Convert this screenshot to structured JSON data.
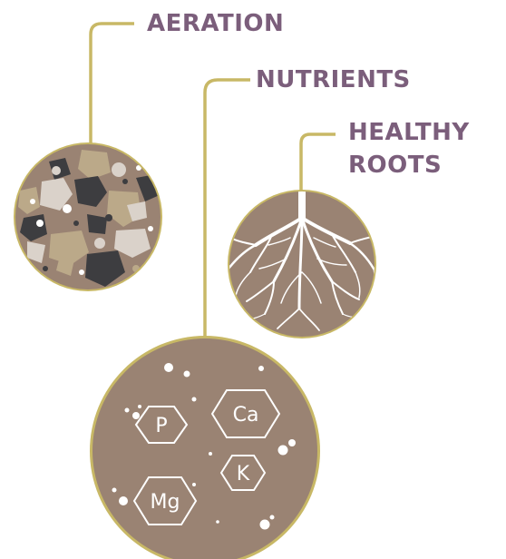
{
  "labels": {
    "aeration": "AERATION",
    "nutrients": "NUTRIENTS",
    "healthy_roots_line1": "HEALTHY",
    "healthy_roots_line2": "ROOTS"
  },
  "nutrients": [
    "P",
    "Ca",
    "K",
    "Mg"
  ],
  "colors": {
    "soil": "#9a8373",
    "ring": "#c8b866",
    "leader_line": "#c8b866",
    "label_text": "#7b5e7b",
    "stone_dark": "#3d3d40",
    "stone_tan": "#bba989",
    "stone_light": "#dad2ca",
    "root": "#ffffff"
  },
  "icons": [
    "aeration-soil-icon",
    "roots-icon",
    "nutrient-hexagon-icon"
  ]
}
